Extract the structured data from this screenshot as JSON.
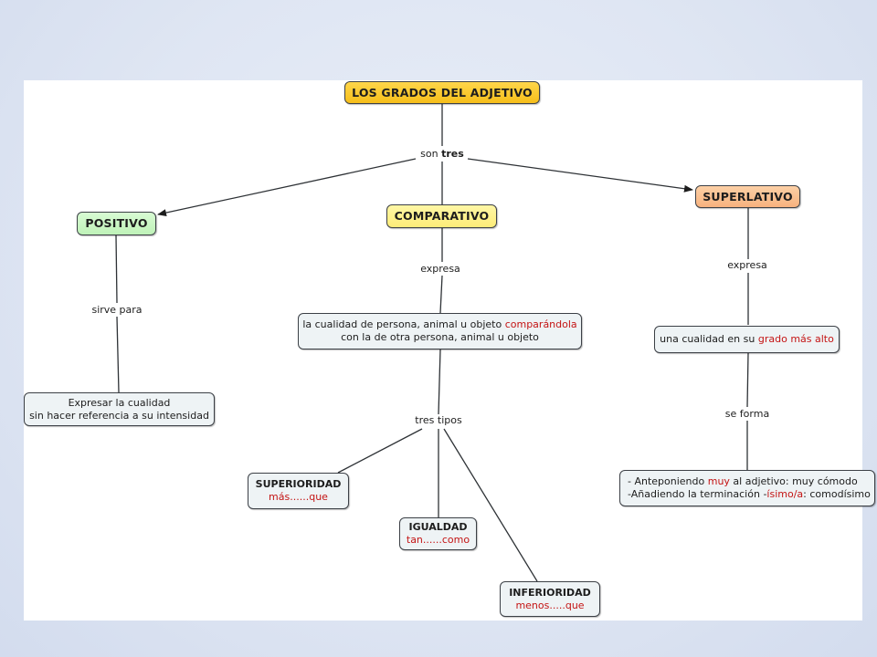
{
  "title": "LOS GRADOS DEL ADJETIVO",
  "links": {
    "son_pre": "son",
    "son_bold": "tres",
    "expresa_comp": "expresa",
    "expresa_sup": "expresa",
    "sirve_para": "sirve para",
    "tres_tipos": "tres tipos",
    "se_forma": "se forma"
  },
  "nodes": {
    "positivo": "POSITIVO",
    "comparativo": "COMPARATIVO",
    "superlativo": "SUPERLATIVO"
  },
  "positivo_desc": {
    "line1": "Expresar la cualidad",
    "line2": "sin hacer referencia a su intensidad"
  },
  "comparativo_desc": {
    "line1_pre": "la cualidad de persona, animal u objeto ",
    "line1_red": "comparándola",
    "line2": "con la de otra persona, animal u objeto"
  },
  "superlativo_desc": {
    "pre": "una cualidad en su ",
    "red": "grado más alto"
  },
  "superlativo_forma": {
    "l1_pre": "- Anteponiendo ",
    "l1_red": "muy",
    "l1_post": " al adjetivo: muy cómodo",
    "l2_pre": "-Añadiendo la terminación -",
    "l2_red": "ísimo/a",
    "l2_post": ": comodísimo"
  },
  "tipos": {
    "superioridad": {
      "title": "SUPERIORIDAD",
      "formula": "más......que"
    },
    "igualdad": {
      "title": "IGUALDAD",
      "formula": "tan......como"
    },
    "inferioridad": {
      "title": "INFERIORIDAD",
      "formula": "menos.....que"
    }
  },
  "colors": {
    "title_node": "#f6be1a",
    "positivo_node": "#bff2b8",
    "comparativo_node": "#fdec78",
    "superlativo_node": "#f7b27e",
    "info_node": "#eef3f5",
    "highlight_text": "#c41414"
  }
}
